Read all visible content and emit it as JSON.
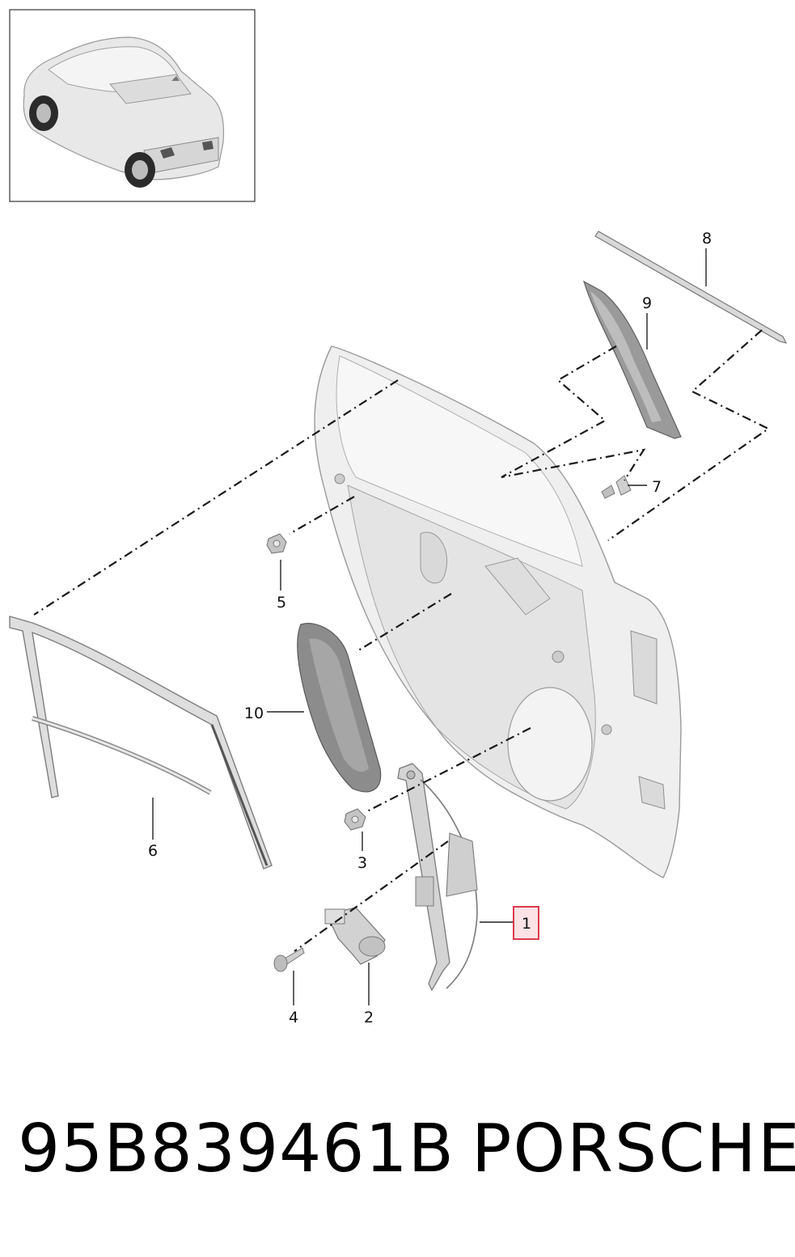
{
  "callouts": [
    {
      "id": "1",
      "label": "1",
      "highlighted": true
    },
    {
      "id": "2",
      "label": "2"
    },
    {
      "id": "3",
      "label": "3"
    },
    {
      "id": "4",
      "label": "4"
    },
    {
      "id": "5",
      "label": "5"
    },
    {
      "id": "6",
      "label": "6"
    },
    {
      "id": "7",
      "label": "7"
    },
    {
      "id": "8",
      "label": "8"
    },
    {
      "id": "9",
      "label": "9"
    },
    {
      "id": "10",
      "label": "10"
    }
  ],
  "footer": {
    "part_number": "95B839461B",
    "brand": "PORSCHE"
  },
  "colors": {
    "highlight_border": "#d8283a",
    "highlight_fill": "#fde2e6",
    "part_fill": "#e9e9e9",
    "line": "#1a1a1a"
  }
}
